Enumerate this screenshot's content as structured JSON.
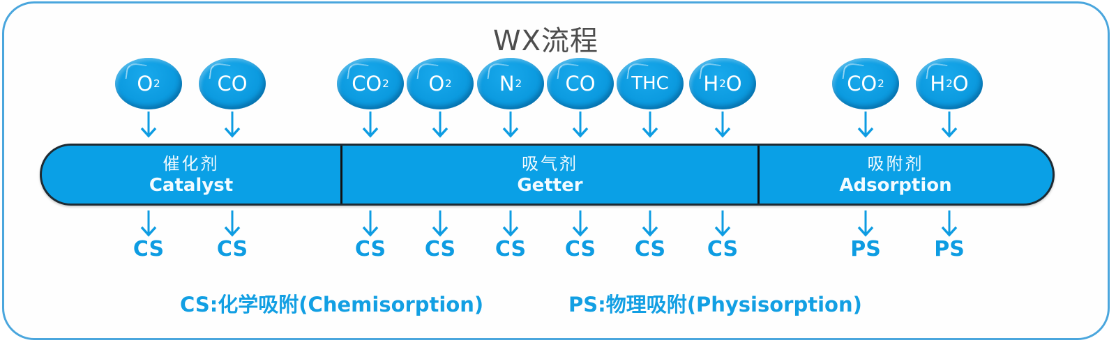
{
  "title": "WX流程",
  "colors": {
    "frame": "#4aa6dd",
    "bubble": "#0c9be0",
    "bar": "#0aa0e6",
    "bar_border": "#1e2b33",
    "text_blue": "#0d9ce2",
    "title": "#4d4d4d"
  },
  "inputs": [
    {
      "base": "O",
      "sub": "2",
      "stage": "catalyst"
    },
    {
      "base": "CO",
      "sub": "",
      "stage": "catalyst"
    },
    {
      "base": "CO",
      "sub": "2",
      "stage": "getter"
    },
    {
      "base": "O",
      "sub": "2",
      "stage": "getter"
    },
    {
      "base": "N",
      "sub": "2",
      "stage": "getter"
    },
    {
      "base": "CO",
      "sub": "",
      "stage": "getter"
    },
    {
      "base": "THC",
      "sub": "",
      "stage": "getter"
    },
    {
      "base": "H",
      "sub": "2",
      "tail": "O",
      "stage": "getter"
    },
    {
      "base": "CO",
      "sub": "2",
      "stage": "adsorption"
    },
    {
      "base": "H",
      "sub": "2",
      "tail": "O",
      "stage": "adsorption"
    }
  ],
  "stages": [
    {
      "id": "catalyst",
      "cn": "催化剂",
      "en": "Catalyst"
    },
    {
      "id": "getter",
      "cn": "吸气剂",
      "en": "Getter"
    },
    {
      "id": "adsorption",
      "cn": "吸附剂",
      "en": "Adsorption"
    }
  ],
  "outputs": [
    "CS",
    "CS",
    "CS",
    "CS",
    "CS",
    "CS",
    "CS",
    "CS",
    "PS",
    "PS"
  ],
  "legend": {
    "cs": "CS:化学吸附(Chemisorption)",
    "ps": "PS:物理吸附(Physisorption)"
  },
  "icons": {
    "arrow": "arrow-down-icon"
  }
}
